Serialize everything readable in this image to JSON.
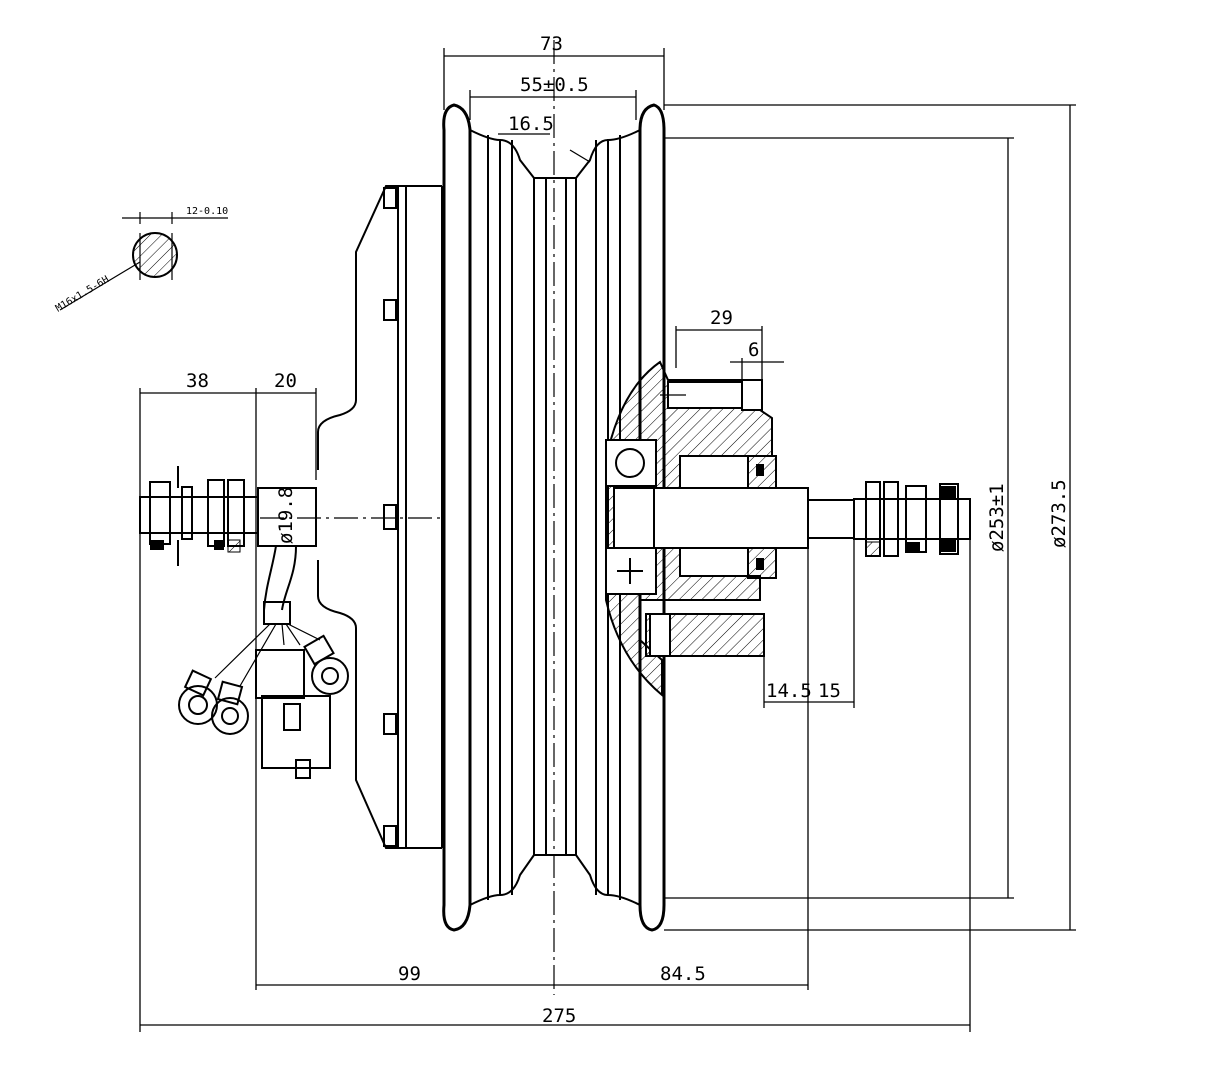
{
  "dimensions": {
    "overall_width": "73",
    "rim_width": "55±0.5",
    "groove_width": "16.5",
    "bolt_depth": "29",
    "bolt_offset": "6",
    "axle_left_1": "38",
    "axle_left_2": "20",
    "cable_diameter": "ø19.8",
    "diameter_inner": "ø253±1",
    "diameter_outer": "ø273.5",
    "right_step_1": "14.5",
    "right_step_2": "15",
    "left_to_center": "99",
    "center_to_right": "84.5",
    "total_length": "275"
  },
  "thread_detail": {
    "thread_spec": "M16x1.5-6H",
    "flat_width": "12-0.10"
  },
  "colors": {
    "line": "#000000",
    "background": "#ffffff"
  }
}
